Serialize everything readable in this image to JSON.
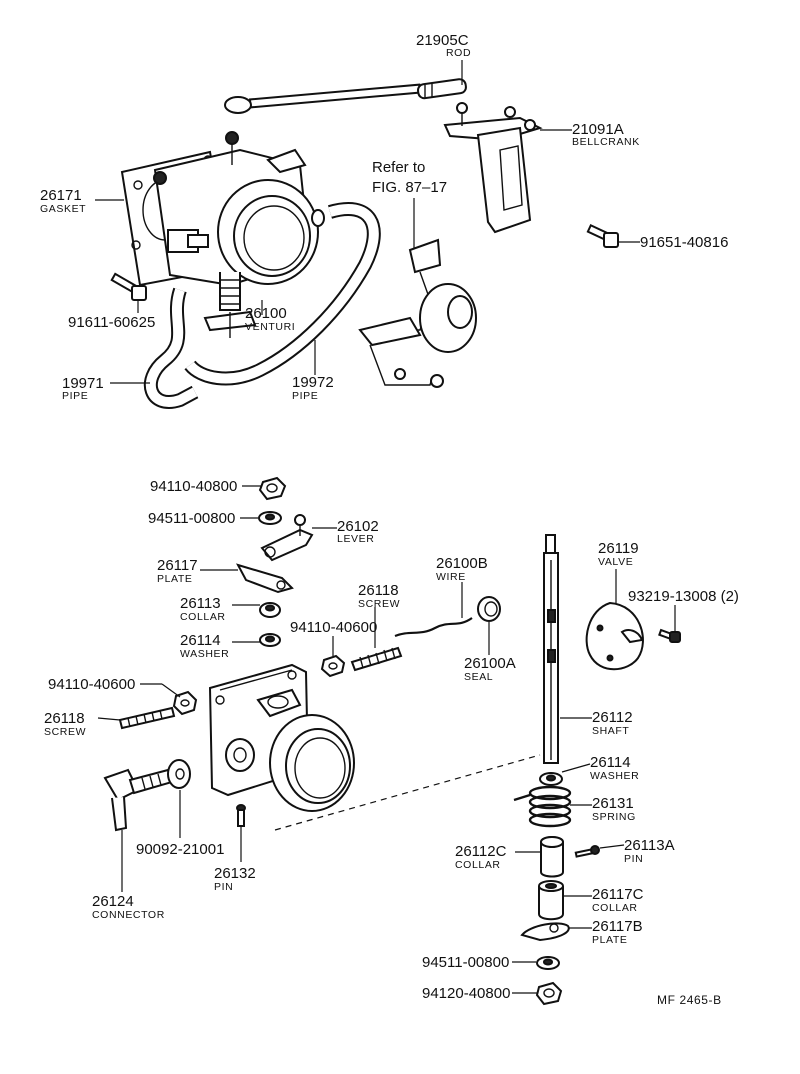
{
  "labels": {
    "rod_pn": "21905C",
    "rod_nm": "ROD",
    "bellcrank_pn": "21091A",
    "bellcrank_nm": "BELLCRANK",
    "gasket_pn": "26171",
    "gasket_nm": "GASKET",
    "refer_line1": "Refer to",
    "refer_line2": "FIG. 87–17",
    "bolt_top_right": "91651-40816",
    "bolt_left": "91611-60625",
    "venturi_pn": "26100",
    "venturi_nm": "VENTURI",
    "pipe1_pn": "19971",
    "pipe1_nm": "PIPE",
    "pipe2_pn": "19972",
    "pipe2_nm": "PIPE",
    "nut_top": "94110-40800",
    "washer_top": "94511-00800",
    "lever_pn": "26102",
    "lever_nm": "LEVER",
    "plate_pn": "26117",
    "plate_nm": "PLATE",
    "wire_pn": "26100B",
    "wire_nm": "WIRE",
    "collar_pn": "26113",
    "collar_nm": "COLLAR",
    "screw_mid_pn": "26118",
    "screw_mid_nm": "SCREW",
    "valve_pn": "26119",
    "valve_nm": "VALVE",
    "screw_valve": "93219-13008 (2)",
    "washer_pn": "26114",
    "washer_nm": "WASHER",
    "nut_mid": "94110-40600",
    "seal_pn": "26100A",
    "seal_nm": "SEAL",
    "nut_left": "94110-40600",
    "screw_left_pn": "26118",
    "screw_left_nm": "SCREW",
    "shaft_pn": "26112",
    "shaft_nm": "SHAFT",
    "washer2_pn": "26114",
    "washer2_nm": "WASHER",
    "spring_pn": "26131",
    "spring_nm": "SPRING",
    "bolt_connector": "90092-21001",
    "collar2_pn": "26112C",
    "collar2_nm": "COLLAR",
    "pin_right_pn": "26113A",
    "pin_right_nm": "PIN",
    "pin_pn": "26132",
    "pin_nm": "PIN",
    "collar3_pn": "26117C",
    "collar3_nm": "COLLAR",
    "connector_pn": "26124",
    "connector_nm": "CONNECTOR",
    "plate2_pn": "26117B",
    "plate2_nm": "PLATE",
    "washer_bottom": "94511-00800",
    "nut_bottom": "94120-40800",
    "figure_code": "MF 2465-B"
  }
}
